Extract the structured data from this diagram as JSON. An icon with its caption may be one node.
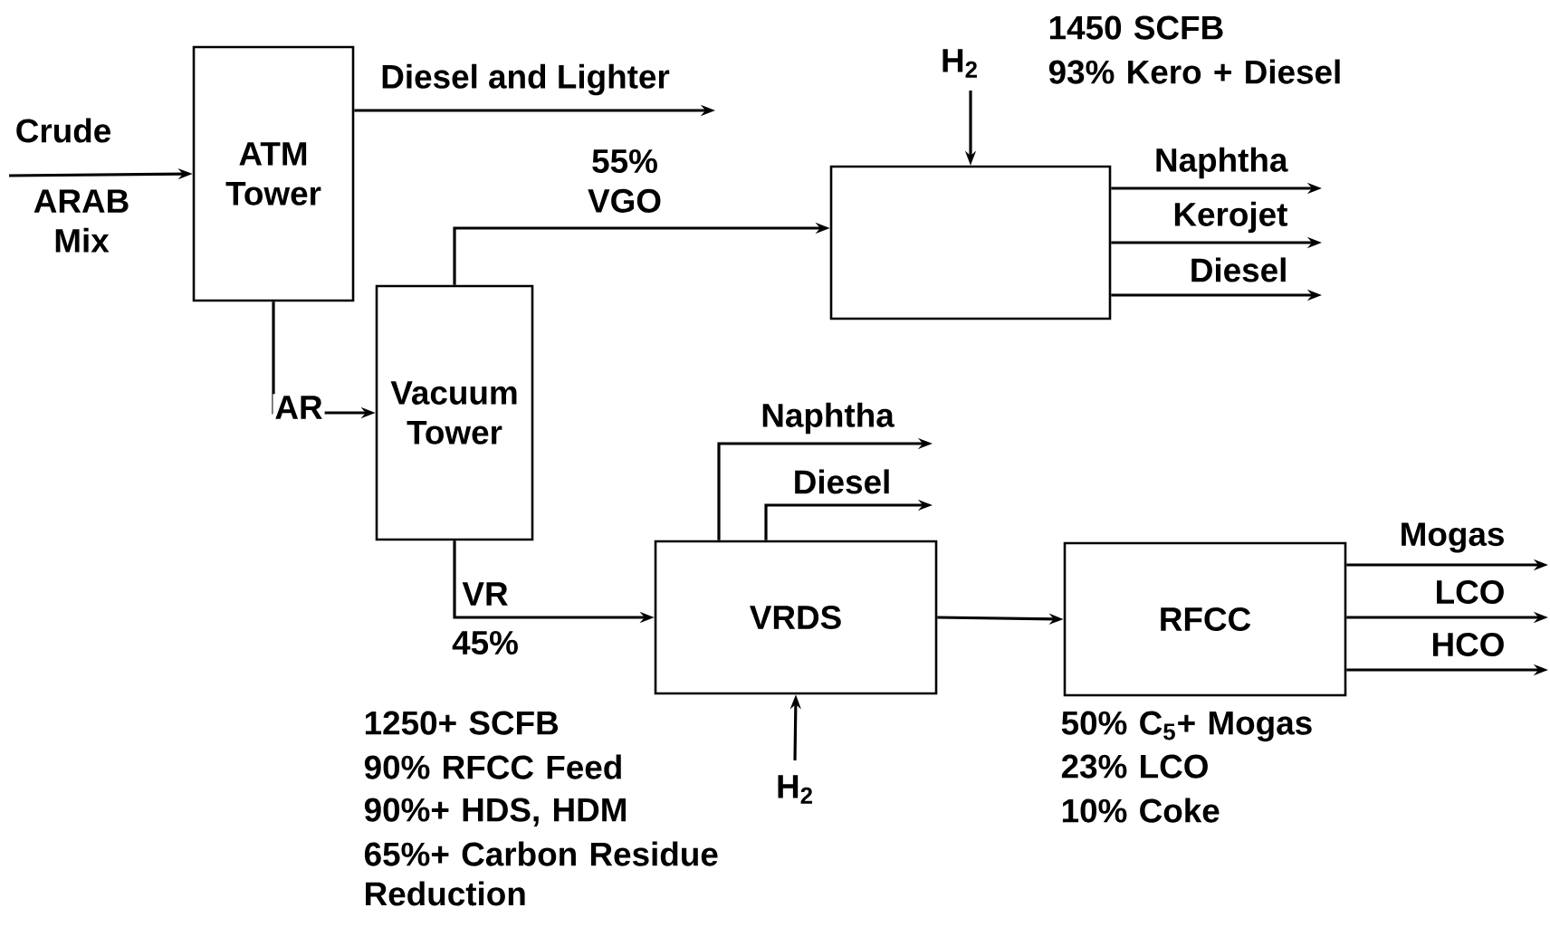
{
  "diagram": {
    "nodes": [
      {
        "text": [
          "ATM Tower"
        ]
      },
      {
        "text": [
          "Vacuum Tower"
        ]
      },
      {
        "text": [],
        "shape": "box",
        "beside": [
          "1450 SCFB",
          "93% Kero + Diesel"
        ]
      },
      {
        "text": [
          "VRDS"
        ],
        "beside": [
          "1250+ SCFB",
          "90% RFCC Feed",
          "90%+ HDS, HDM",
          "65%+ Carbon Residue Reduction"
        ]
      },
      {
        "text": [
          "RFCC"
        ],
        "beside": [
          "50% C$_{5}$+ Mogas",
          "23% LCO",
          "10% Coke"
        ]
      }
    ],
    "edges": [
      {
        "from": null,
        "to": 0,
        "arrow": "to",
        "label": "Crude"
      },
      {
        "from": 0,
        "to": null,
        "arrow": "to",
        "label": "Diesel and Lighter"
      },
      {
        "from": 0,
        "to": 1,
        "arrow": "to",
        "label": "AR"
      },
      {
        "from": 1,
        "to": 2,
        "arrow": "to",
        "label": "55% VGO"
      },
      {
        "from": null,
        "to": 2,
        "arrow": "to",
        "label": "H$_{2}$"
      },
      {
        "from": 2,
        "to": null,
        "arrow": "to",
        "label": "Naphtha"
      },
      {
        "from": 2,
        "to": null,
        "arrow": "to",
        "label": "Kerojet"
      },
      {
        "from": 2,
        "to": null,
        "arrow": "to",
        "label": "Diesel"
      },
      {
        "from": 1,
        "to": 3,
        "arrow": "to",
        "label": "VR"
      },
      {
        "from": 3,
        "to": null,
        "arrow": "to",
        "label": "Naphtha"
      },
      {
        "from": 3,
        "to": null,
        "arrow": "to",
        "label": "Diesel"
      },
      {
        "from": null,
        "to": 3,
        "arrow": "to",
        "label": "H$_{2}$"
      },
      {
        "from": 3,
        "to": 4,
        "arrow": "to"
      },
      {
        "from": 4,
        "to": null,
        "arrow": "to",
        "label": "Mogas"
      },
      {
        "from": 4,
        "to": null,
        "arrow": "to",
        "label": "LCO"
      },
      {
        "from": 4,
        "to": null,
        "arrow": "to",
        "label": "HCO"
      }
    ],
    "labels": [
      "ARAB Mix",
      "45%"
    ]
  }
}
